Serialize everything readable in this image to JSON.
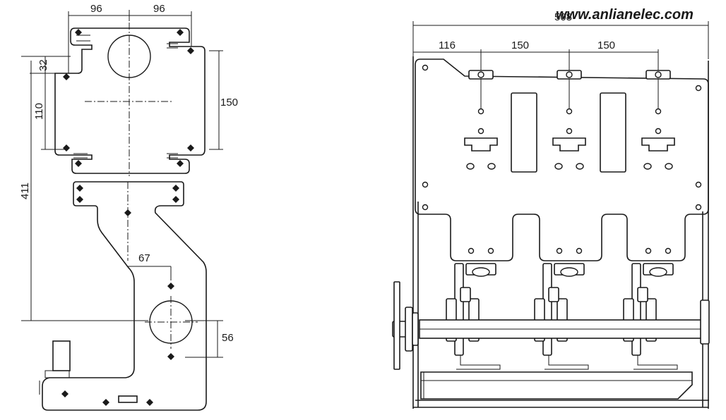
{
  "watermark": "www.anlianelec.com",
  "left_view": {
    "dimensions": {
      "top_left": "96",
      "top_right": "96",
      "vertical_32": "32",
      "vertical_110": "110",
      "vertical_150": "150",
      "vertical_411": "411",
      "horizontal_67": "67",
      "vertical_56": "56"
    }
  },
  "right_view": {
    "dimensions": {
      "overall_width": "508",
      "pitch_116": "116",
      "pitch_150_a": "150",
      "pitch_150_b": "150"
    },
    "phase_count": 3
  }
}
